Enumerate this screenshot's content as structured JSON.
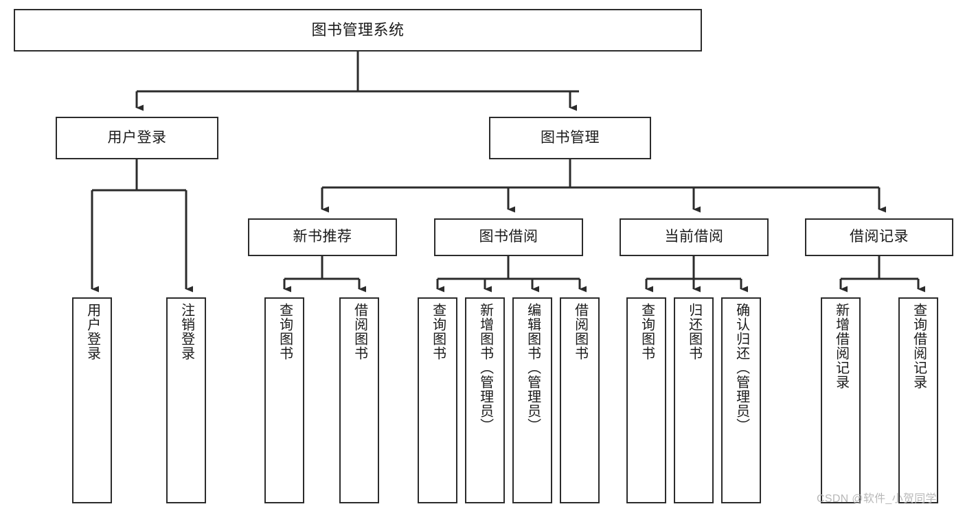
{
  "diagram": {
    "title": "图书管理系统",
    "type": "tree",
    "watermark": "CSDN @软件_小贺同学",
    "colors": {
      "box_border": "#2b2b2b",
      "box_fill": "#ffffff",
      "connector": "#2b2b2b",
      "text": "#1a1a1a",
      "watermark": "#b8b8b8"
    },
    "nodes": {
      "root": {
        "label": "图书管理系统",
        "level": 1,
        "orientation": "horizontal"
      },
      "l2": [
        {
          "id": "user-login",
          "label": "用户登录",
          "level": 2,
          "orientation": "horizontal"
        },
        {
          "id": "book-manage",
          "label": "图书管理",
          "level": 2,
          "orientation": "horizontal"
        }
      ],
      "l3": [
        {
          "id": "new-book-rec",
          "label": "新书推荐",
          "level": 3,
          "orientation": "horizontal",
          "parent": "book-manage"
        },
        {
          "id": "book-borrow",
          "label": "图书借阅",
          "level": 3,
          "orientation": "horizontal",
          "parent": "book-manage"
        },
        {
          "id": "current-borrow",
          "label": "当前借阅",
          "level": 3,
          "orientation": "horizontal",
          "parent": "book-manage"
        },
        {
          "id": "borrow-record",
          "label": "借阅记录",
          "level": 3,
          "orientation": "horizontal",
          "parent": "book-manage"
        }
      ],
      "leaves": [
        {
          "id": "leaf-user-login",
          "label": "用户登录",
          "parent": "user-login"
        },
        {
          "id": "leaf-user-logout",
          "label": "注销登录",
          "parent": "user-login"
        },
        {
          "id": "leaf-query-book-1",
          "label": "查询图书",
          "parent": "new-book-rec"
        },
        {
          "id": "leaf-borrow-book-1",
          "label": "借阅图书",
          "parent": "new-book-rec"
        },
        {
          "id": "leaf-query-book-2",
          "label": "查询图书",
          "parent": "book-borrow"
        },
        {
          "id": "leaf-add-book",
          "label": "新增图书（管理员）",
          "parent": "book-borrow"
        },
        {
          "id": "leaf-edit-book",
          "label": "编辑图书（管理员）",
          "parent": "book-borrow"
        },
        {
          "id": "leaf-borrow-book-2",
          "label": "借阅图书",
          "parent": "book-borrow"
        },
        {
          "id": "leaf-query-book-3",
          "label": "查询图书",
          "parent": "current-borrow"
        },
        {
          "id": "leaf-return-book",
          "label": "归还图书",
          "parent": "current-borrow"
        },
        {
          "id": "leaf-confirm-return",
          "label": "确认归还（管理员）",
          "parent": "current-borrow"
        },
        {
          "id": "leaf-add-record",
          "label": "新增借阅记录",
          "parent": "borrow-record"
        },
        {
          "id": "leaf-query-record",
          "label": "查询借阅记录",
          "parent": "borrow-record"
        }
      ]
    }
  }
}
